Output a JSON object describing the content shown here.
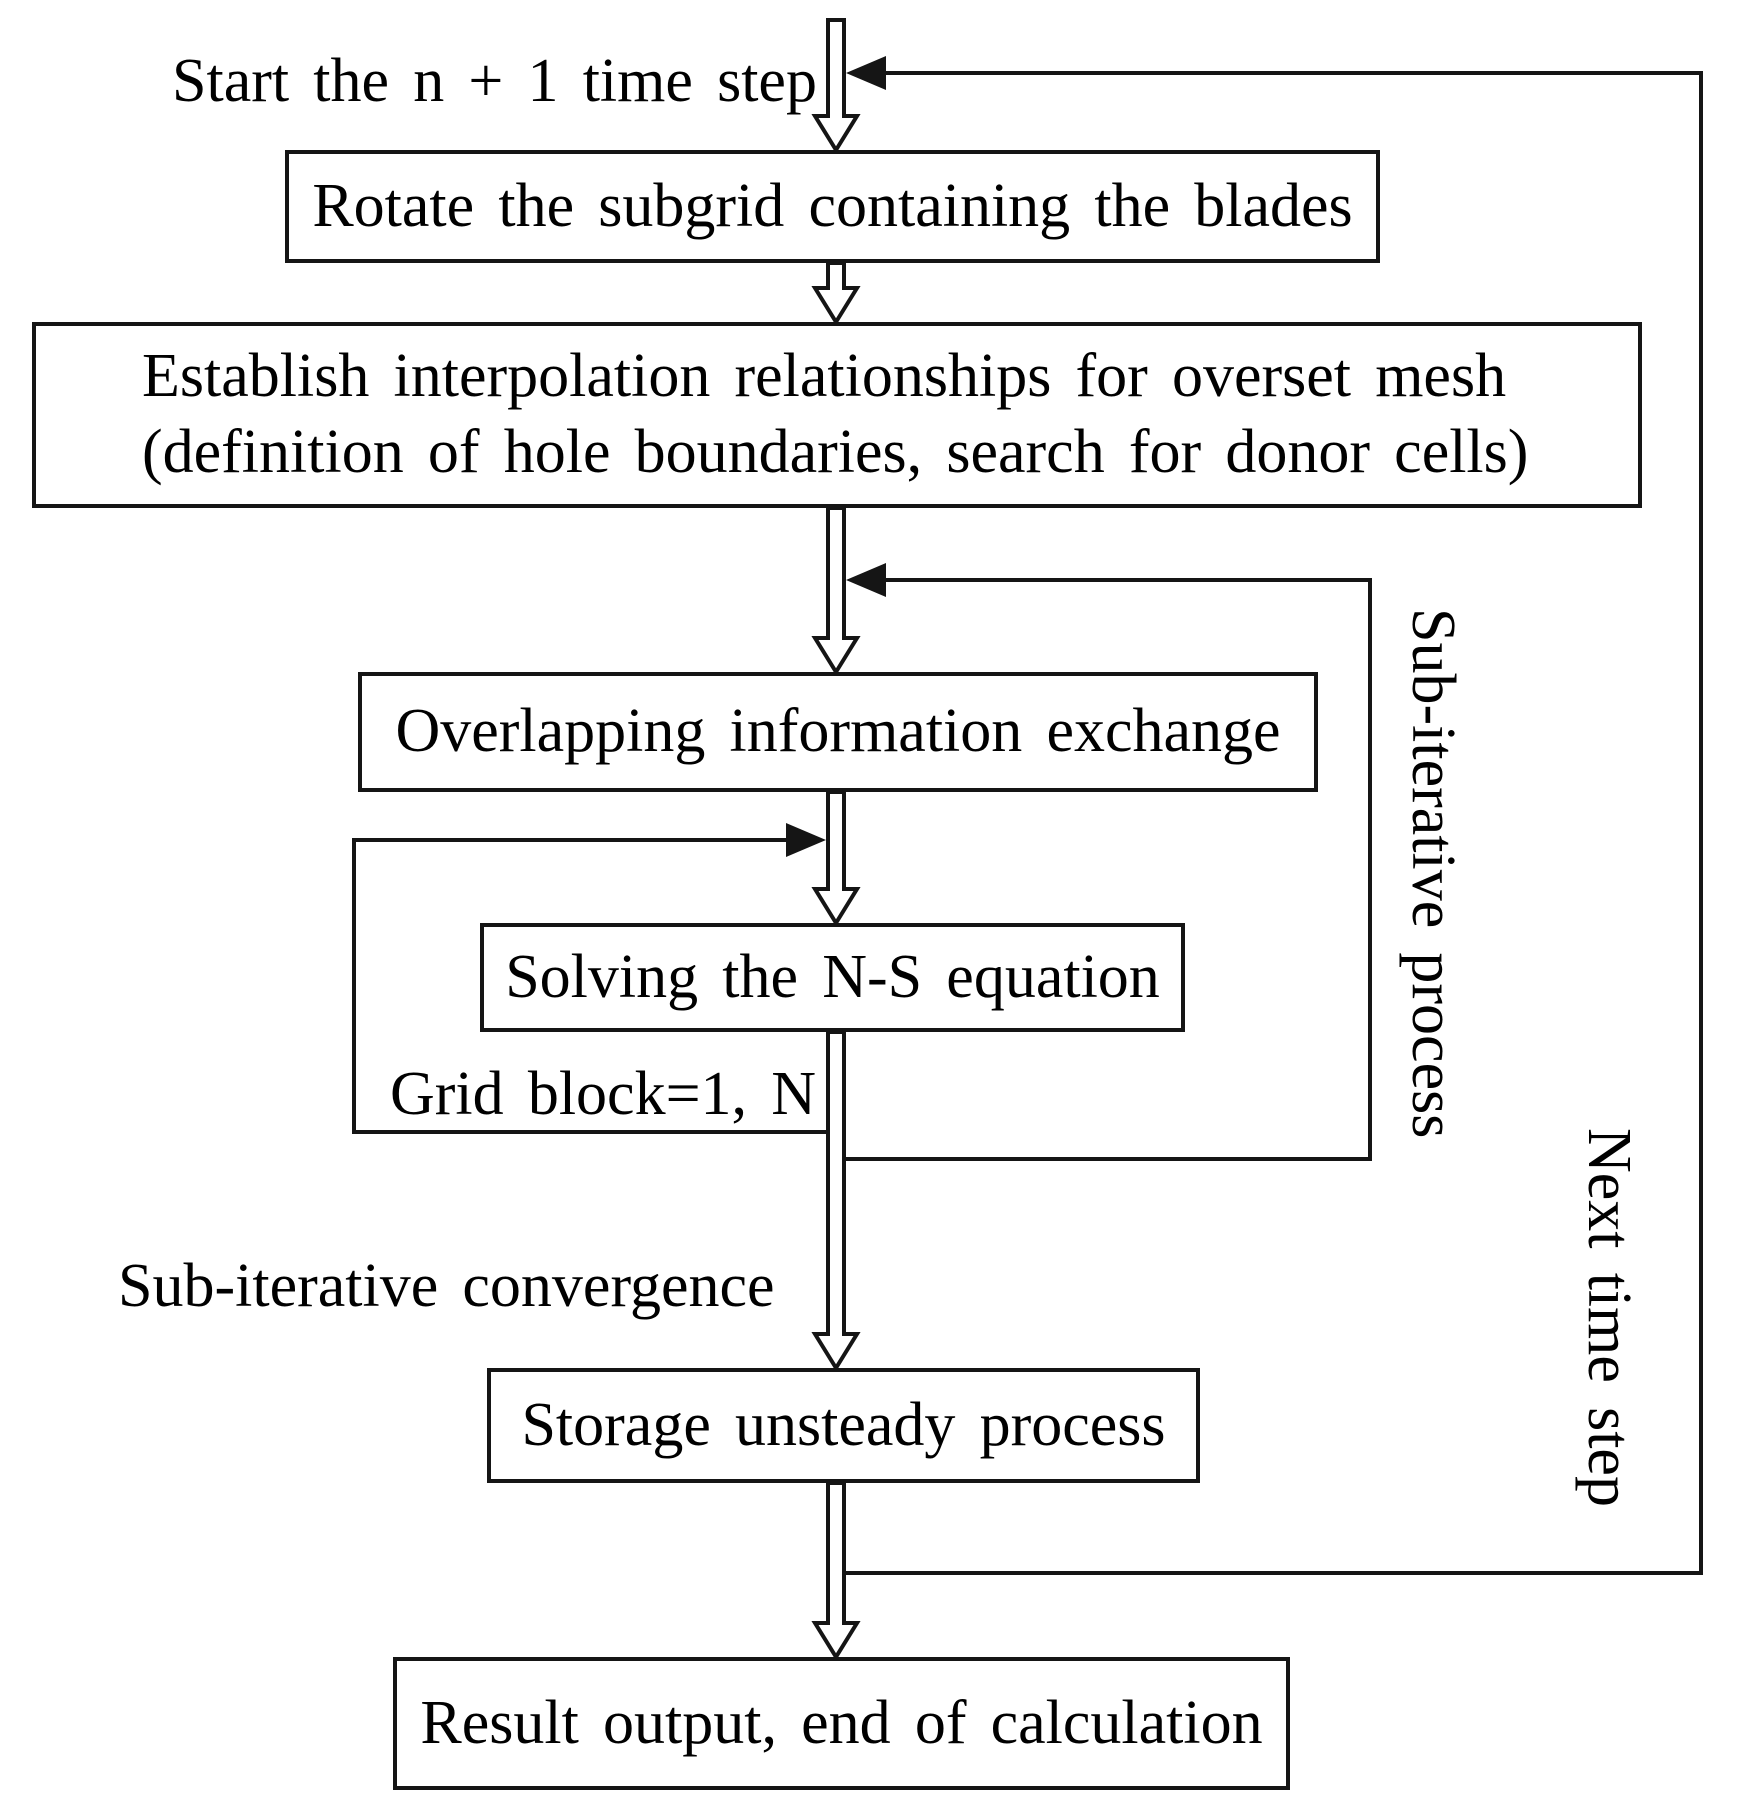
{
  "diagram": {
    "labels": {
      "start": "Start the n + 1 time step",
      "grid_block": "Grid block=1, N",
      "sub_iterative_convergence": "Sub-iterative convergence",
      "sub_iterative_process": "Sub-iterative process",
      "next_time_step": "Next time step"
    },
    "boxes": {
      "rotate": "Rotate the subgrid containing the blades",
      "establish_line1": "Establish interpolation relationships for overset mesh",
      "establish_line2": "(definition of hole boundaries, search for donor cells)",
      "overlap": "Overlapping information exchange",
      "solve": "Solving the N-S equation",
      "storage": "Storage unsteady process",
      "result": "Result output, end of calculation"
    },
    "colors": {
      "line": "#151515",
      "background": "#ffffff",
      "text": "#000000"
    }
  }
}
